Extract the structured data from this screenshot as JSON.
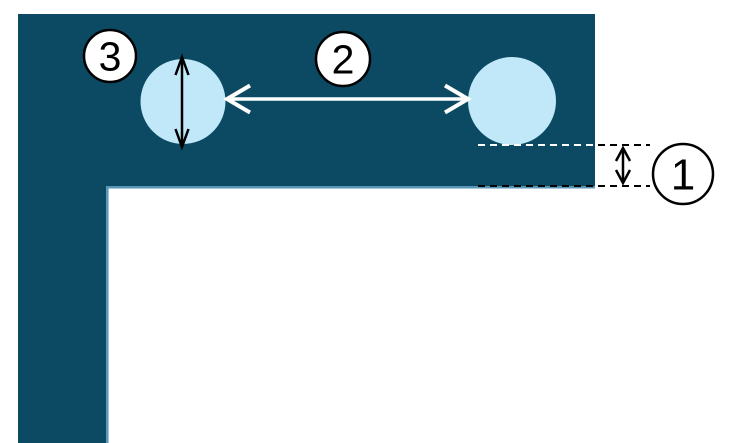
{
  "diagram": {
    "callouts": [
      {
        "label": "1"
      },
      {
        "label": "2"
      },
      {
        "label": "3"
      }
    ],
    "icons": {
      "callout_1_marker": "vertical-double-arrow-icon",
      "callout_2_marker": "horizontal-double-arrow-icon",
      "callout_3_marker": "vertical-double-arrow-icon"
    },
    "colors": {
      "background": "#ffffff",
      "panel_fill": "#0b4a62",
      "panel_edge_highlight": "#5796b4",
      "hole_fill": "#c0e8f9",
      "annotation_black": "#000000",
      "annotation_white": "#ffffff",
      "badge_fill": "#ffffff",
      "badge_stroke": "#000000"
    }
  }
}
